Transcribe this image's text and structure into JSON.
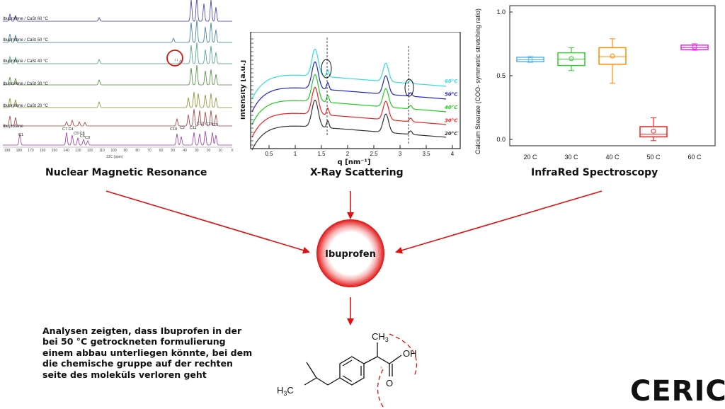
{
  "nmr": {
    "title": "Nuclear Magnetic Resonance",
    "trace_labels": [
      "Ibuprofene / CaSt 60 °C",
      "Ibuprofene / CaSt 50 °C",
      "Ibuprofene / CaSt 40 °C",
      "Ibuprofene / CaSt 30 °C",
      "Ibuprofene / CaSt 20 °C",
      "Ibuprofene"
    ],
    "peak_labels": [
      "C1",
      "C7 C4",
      "C5 C8",
      "C6",
      "C9",
      "C10",
      "C2",
      "C11",
      "C12",
      "C13",
      "C3"
    ],
    "x_ticks": [
      "190",
      "180",
      "170",
      "160",
      "150",
      "140",
      "130",
      "120",
      "110",
      "100",
      "90",
      "80",
      "70",
      "60",
      "50",
      "40",
      "30",
      "20",
      "10",
      "0"
    ],
    "x_label": "13C (ppm)",
    "colors": [
      "#3a3aa0",
      "#3a7a9a",
      "#4a9a8a",
      "#4a8a3a",
      "#8a8a2a",
      "#a03a3a",
      "#9a3aa0"
    ]
  },
  "xrs": {
    "title": "X-Ray Scattering",
    "y_label": "Intensity [a.u.]",
    "x_label": "q [nm⁻¹]",
    "x_ticks": [
      "0.5",
      "1",
      "1.5",
      "2",
      "2.5",
      "3",
      "3.5",
      "4"
    ],
    "series_labels": [
      "60°C",
      "50°C",
      "40°C",
      "30°C",
      "20°C"
    ],
    "series_colors": [
      "#33dddd",
      "#2222cc",
      "#22cc22",
      "#ee2222",
      "#333333"
    ]
  },
  "chart_data": {
    "type": "box",
    "ylabel": "Calcium Stearate (COO- symmetric stretching ratio)",
    "ylim": [
      -0.05,
      1.05
    ],
    "yticks": [
      "1.0",
      "0.5",
      "0.0"
    ],
    "categories": [
      "20 C",
      "30 C",
      "40 C",
      "50 C",
      "60 C"
    ],
    "colors": [
      "#5ab4e6",
      "#33cc33",
      "#ff8c00",
      "#ee2222",
      "#ee22ee"
    ],
    "boxes": [
      {
        "min": 0.605,
        "q1": 0.61,
        "median": 0.625,
        "q3": 0.645,
        "max": 0.65,
        "mean": 0.625
      },
      {
        "min": 0.54,
        "q1": 0.58,
        "median": 0.63,
        "q3": 0.68,
        "max": 0.72,
        "mean": 0.635
      },
      {
        "min": 0.44,
        "q1": 0.59,
        "median": 0.65,
        "q3": 0.72,
        "max": 0.79,
        "mean": 0.655
      },
      {
        "min": -0.01,
        "q1": 0.02,
        "median": 0.04,
        "q3": 0.1,
        "max": 0.17,
        "mean": 0.065
      },
      {
        "min": 0.7,
        "q1": 0.705,
        "median": 0.72,
        "q3": 0.74,
        "max": 0.75,
        "mean": 0.725
      }
    ]
  },
  "ir": {
    "title": "InfraRed Spectroscopy"
  },
  "hub": {
    "label": "Ibuprofen",
    "color": "#e01010"
  },
  "conclusion": {
    "text": "Analysen zeigten, dass Ibuprofen in der bei 50 °C getrockneten formulierung einem abbau unterliegen könnte, bei dem die chemische gruppe auf der rechten seite des moleküls verloren geht"
  },
  "molecule": {
    "ch3_top": "CH",
    "ch3_top_sub": "3",
    "oh": "OH",
    "o": "O",
    "h3c": "H",
    "h3c_sub": "3",
    "h3c_c": "C"
  },
  "logo": {
    "text": "CERIC"
  }
}
